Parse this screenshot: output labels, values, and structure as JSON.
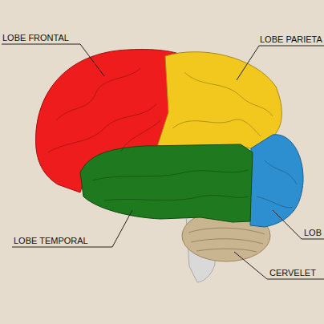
{
  "diagram": {
    "labels": [
      "LOBE FRONTAL",
      "LOBE PARIETA",
      "LOBE TEMPORAL",
      "LOB",
      "CERVELET"
    ]
  }
}
